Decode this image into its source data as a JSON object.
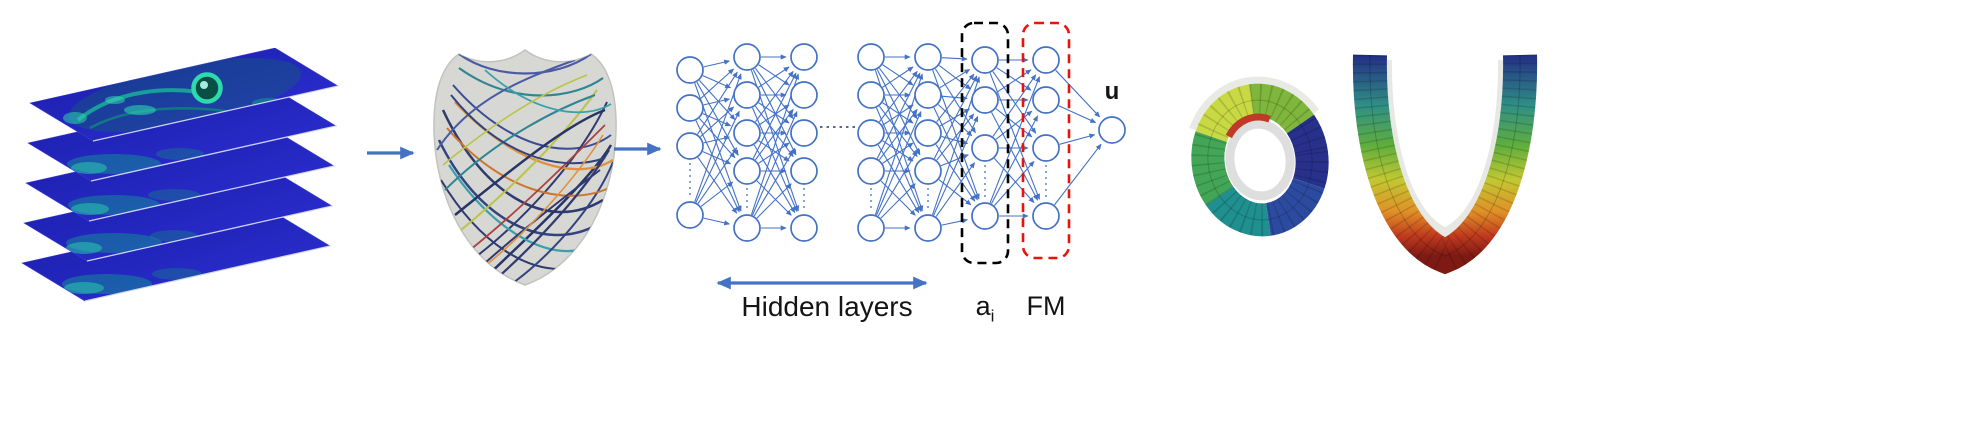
{
  "labels": {
    "hidden_layers": "Hidden layers",
    "activation_base": "a",
    "activation_sub": "i",
    "feature_map": "FM",
    "output": "u"
  },
  "colors": {
    "network": "#4472C4",
    "arrow": "#4472C4",
    "black_box": "#000000",
    "red_box": "#E8140C"
  },
  "network": {
    "input_nodes": 4,
    "hidden_layer_nodes": 5,
    "ai_layer_nodes": 4,
    "fm_layer_nodes": 4,
    "output_nodes": 1
  },
  "icons": {
    "mri_stack": "mri-slice-stack",
    "fiber_heart": "cardiac-fiber-model",
    "flow_arrow_1": "arrow-right-icon",
    "flow_arrow_2": "arrow-right-icon",
    "span_arrow": "double-headed-arrow-icon",
    "ring_mesh": "short-axis-ring-mesh",
    "u_mesh": "long-axis-u-mesh"
  }
}
